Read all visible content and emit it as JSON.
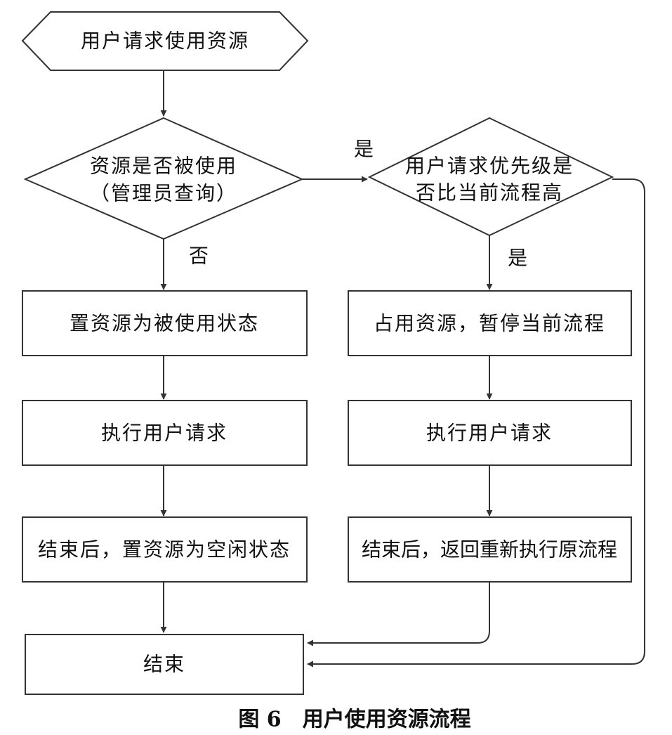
{
  "nodes": {
    "start": "用户请求使用资源",
    "check_used_line1": "资源是否被使用",
    "check_used_line2": "（管理员查询）",
    "check_priority_line1": "用户请求优先级是",
    "check_priority_line2": "否比当前流程高",
    "set_used": "置资源为被使用状态",
    "exec_left": "执行用户请求",
    "finish_left": "结束后，置资源为空闲状态",
    "occupy": "占用资源，暂停当前流程",
    "exec_right": "执行用户请求",
    "finish_right": "结束后，返回重新执行原流程",
    "end": "结束"
  },
  "edge_labels": {
    "used_yes": "是",
    "used_no": "否",
    "priority_yes": "是"
  },
  "caption": "图 6　用户使用资源流程"
}
